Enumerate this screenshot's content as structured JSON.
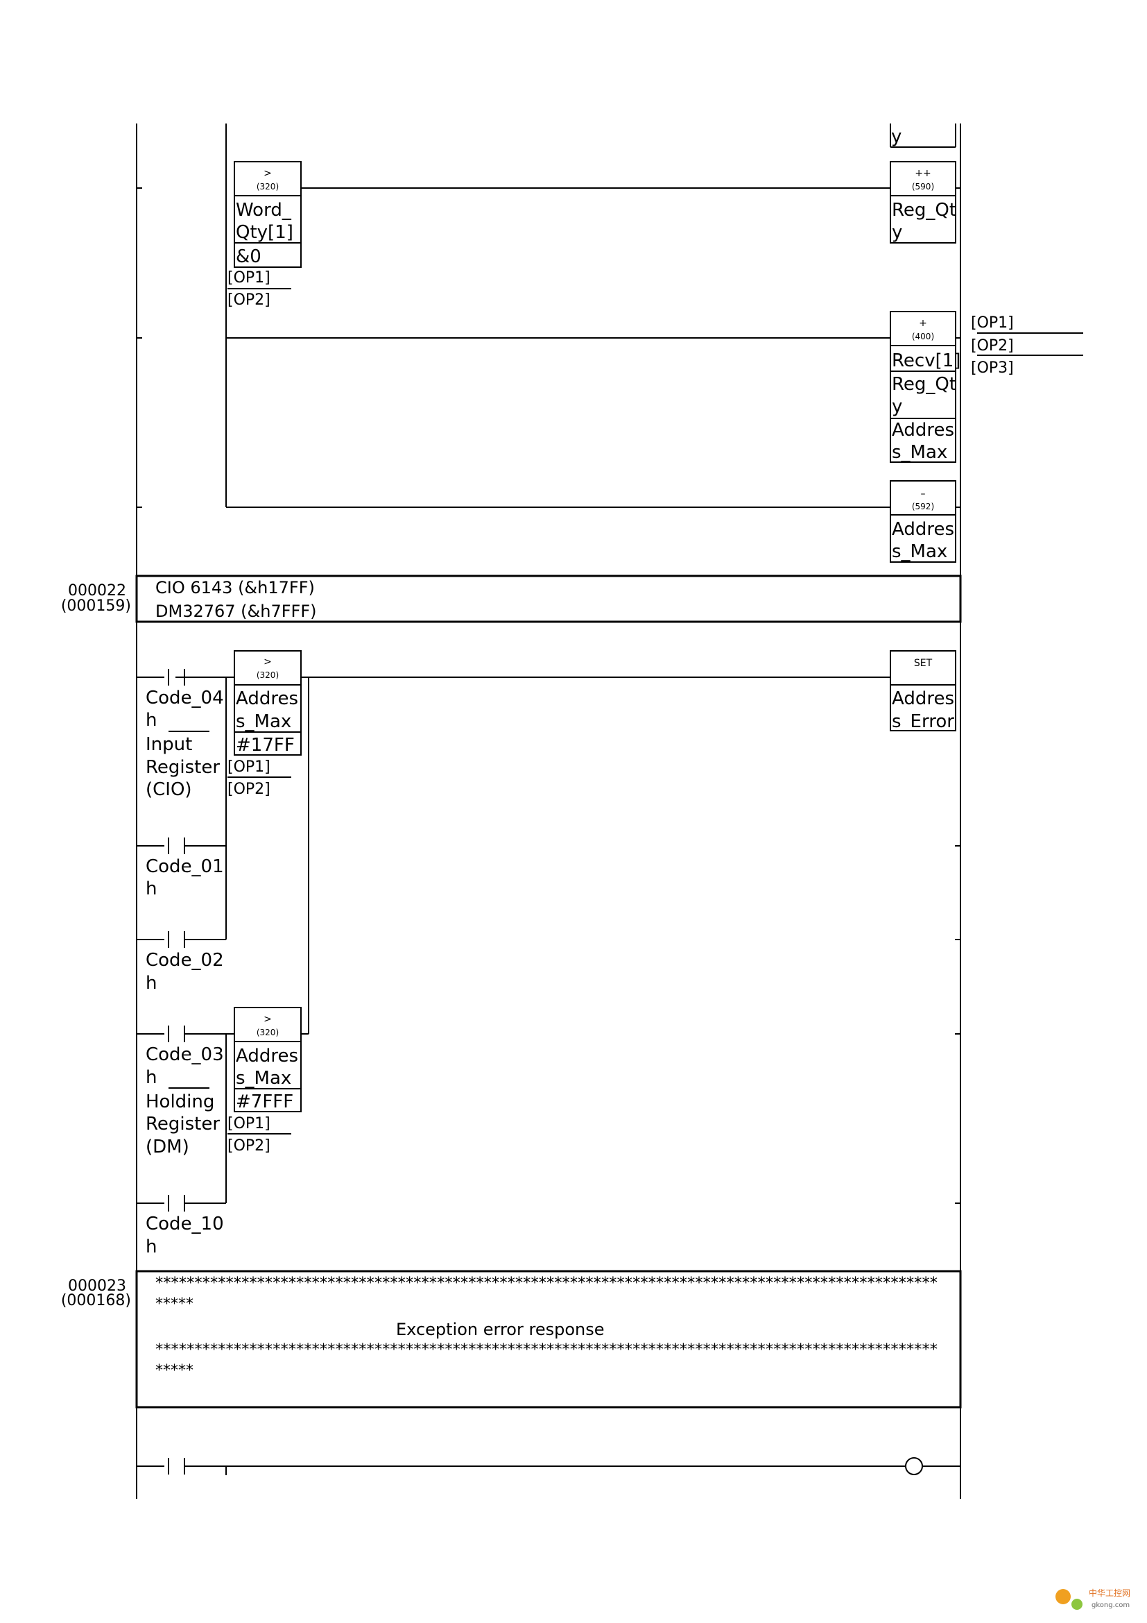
{
  "rung22": {
    "number": "000022",
    "step": "(000159)",
    "comment_line1": "CIO 6143 (&h17FF)",
    "comment_line2": "DM32767 (&h7FFF)"
  },
  "rung23": {
    "number": "000023",
    "step": "(000168)",
    "stars_line": "****************************************************************************************************",
    "stars_tail": "*****",
    "title": "Exception error response"
  },
  "top": {
    "prev_tail": "y",
    "cmp": {
      "symbol": ">",
      "code": "(320)",
      "op1_l1": "Word_",
      "op1_l2": "Qty[1]",
      "op2": "&0",
      "lbl_op1": "[OP1]",
      "lbl_op2": "[OP2]"
    },
    "inc": {
      "symbol": "++",
      "code": "(590)",
      "op_l1": "Reg_Qt",
      "op_l2": "y"
    },
    "add": {
      "symbol": "+",
      "code": "(400)",
      "op1": "Recv[1]",
      "op2_l1": "Reg_Qt",
      "op2_l2": "y",
      "op3_l1": "Addres",
      "op3_l2": "s_Max",
      "lbl_op1": "[OP1]",
      "lbl_op2": "[OP2]",
      "lbl_op3": "[OP3]"
    },
    "dec": {
      "symbol": "–",
      "code": "(592)",
      "op_l1": "Addres",
      "op_l2": "s_Max"
    }
  },
  "contacts": {
    "c04": {
      "l1": "Code_04",
      "l2": "h",
      "l3": "Input",
      "l4": "Register",
      "l5": "(CIO)"
    },
    "c01": {
      "l1": "Code_01",
      "l2": "h"
    },
    "c02": {
      "l1": "Code_02",
      "l2": "h"
    },
    "c03": {
      "l1": "Code_03",
      "l2": "h",
      "l3": "Holding",
      "l4": "Register",
      "l5": "(DM)"
    },
    "c10": {
      "l1": "Code_10",
      "l2": "h"
    }
  },
  "cmp_cio": {
    "symbol": ">",
    "code": "(320)",
    "op1_l1": "Addres",
    "op1_l2": "s_Max",
    "op2": "#17FF",
    "lbl_op1": "[OP1]",
    "lbl_op2": "[OP2]"
  },
  "cmp_dm": {
    "symbol": ">",
    "code": "(320)",
    "op1_l1": "Addres",
    "op1_l2": "s_Max",
    "op2": "#7FFF",
    "lbl_op1": "[OP1]",
    "lbl_op2": "[OP2]"
  },
  "set": {
    "label": "SET",
    "op_l1": "Addres",
    "op_l2": "s_Error"
  },
  "watermark": {
    "line1": "中华工控网",
    "line2": "gkong.com"
  }
}
